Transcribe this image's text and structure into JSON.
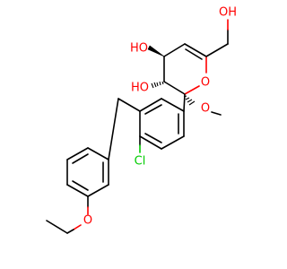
{
  "molecule": {
    "colors": {
      "bond": "#000000",
      "oxygen": "#ff0000",
      "chlorine": "#00cc00",
      "background": "#ffffff"
    },
    "atom_labels": {
      "ho_top": "HO",
      "ho_mid": "HO",
      "oh_right": "OH",
      "ring_o": "O",
      "ome_o": "O",
      "ether_o": "O",
      "cl": "Cl"
    }
  }
}
